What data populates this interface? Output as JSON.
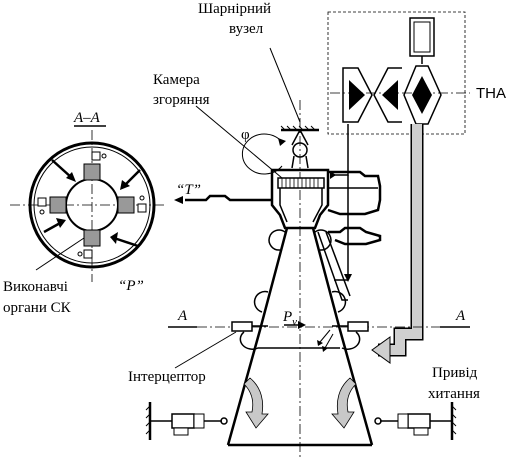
{
  "labels": {
    "joint_line1": "Шарнірний",
    "joint_line2": "вузел",
    "chamber_line1": "Камера",
    "chamber_line2": "згоряння",
    "tna": "ТНА",
    "section": "А–А",
    "phi": "φ",
    "t_force": "“T”",
    "p_force": "“P”",
    "actuators_line1": "Виконавчі",
    "actuators_line2": "органи СК",
    "a_left": "А",
    "a_right": "А",
    "pv_main": "P",
    "pv_sub": "v",
    "interceptor": "Інтерцептор",
    "drive_line1": "Привід",
    "drive_line2": "хитання"
  }
}
